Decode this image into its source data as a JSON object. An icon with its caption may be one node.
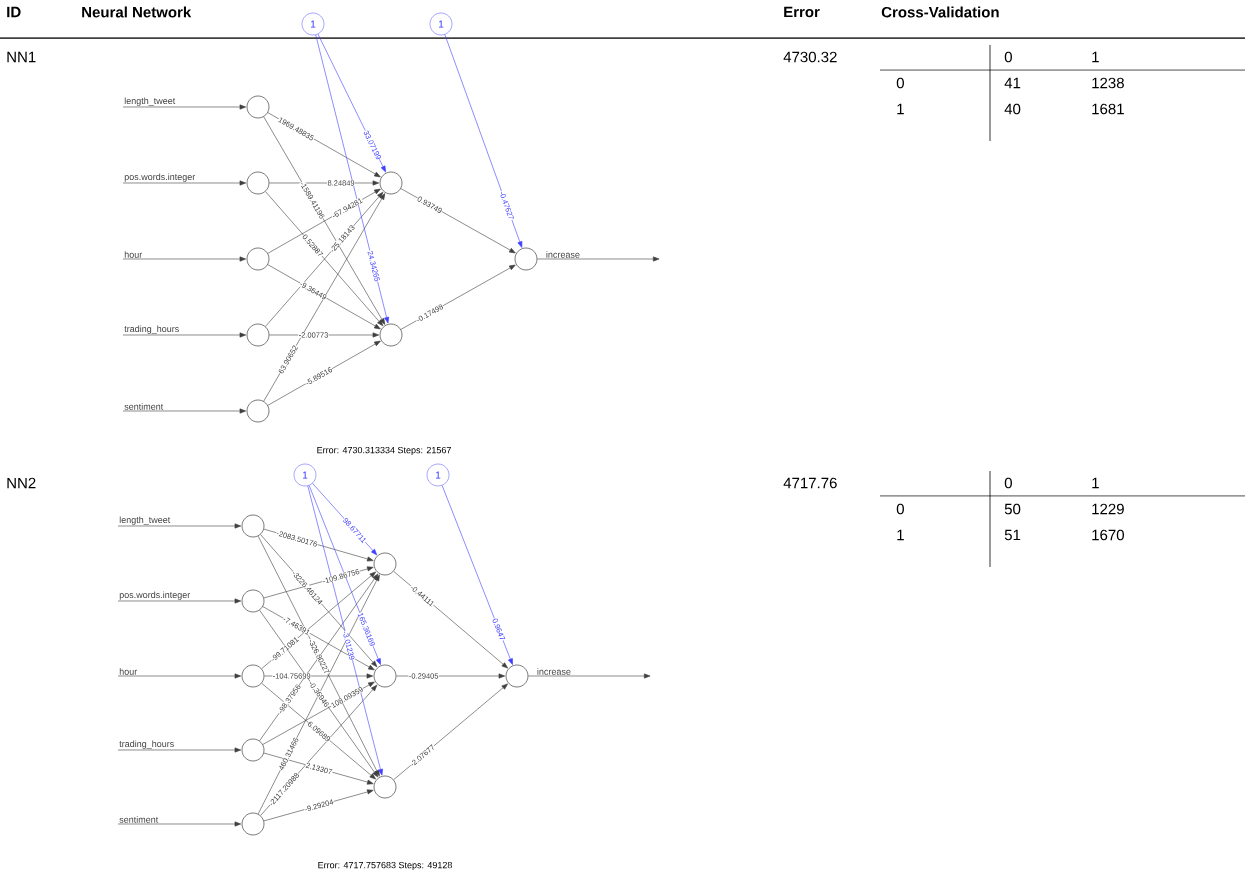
{
  "diagram": {
    "nodes": [
      {
        "text": [],
        "shape": "circle"
      },
      {
        "text": [],
        "shape": "circle"
      },
      {
        "text": [],
        "shape": "circle"
      },
      {
        "text": [],
        "shape": "circle"
      },
      {
        "text": [],
        "shape": "circle"
      },
      {
        "text": [
          "1"
        ]
      },
      {
        "text": [],
        "shape": "circle"
      },
      {
        "text": [],
        "shape": "circle"
      },
      {
        "text": [
          "1"
        ]
      },
      {
        "text": [],
        "shape": "circle"
      },
      {
        "text": [],
        "shape": "circle"
      },
      {
        "text": [],
        "shape": "circle"
      },
      {
        "text": [],
        "shape": "circle"
      },
      {
        "text": [],
        "shape": "circle"
      },
      {
        "text": [],
        "shape": "circle"
      },
      {
        "text": [
          "1"
        ]
      },
      {
        "text": [],
        "shape": "circle"
      },
      {
        "text": [],
        "shape": "circle"
      },
      {
        "text": [],
        "shape": "circle"
      },
      {
        "text": [
          "1"
        ]
      },
      {
        "text": [],
        "shape": "circle"
      }
    ],
    "edges": [
      {
        "from": null,
        "to": 0,
        "arrow": "to",
        "label": "length_tweet"
      },
      {
        "from": null,
        "to": 1,
        "arrow": "to",
        "label": "pos.words.integer"
      },
      {
        "from": null,
        "to": 2,
        "arrow": "to",
        "label": "hour"
      },
      {
        "from": null,
        "to": 3,
        "arrow": "to",
        "label": "trading_hours"
      },
      {
        "from": null,
        "to": 4,
        "arrow": "to",
        "label": "sentiment"
      },
      {
        "from": 0,
        "to": 6,
        "arrow": "to",
        "label": "1969.48835"
      },
      {
        "from": 0,
        "to": 7,
        "arrow": "to",
        "label": "-1589.41196"
      },
      {
        "from": 1,
        "to": 6,
        "arrow": "to",
        "label": "8.24849"
      },
      {
        "from": 1,
        "to": 7,
        "arrow": "to",
        "label": "0.52887"
      },
      {
        "from": 2,
        "to": 6,
        "arrow": "to",
        "label": "-67.94281"
      },
      {
        "from": 2,
        "to": 7,
        "arrow": "to",
        "label": "-9.36449"
      },
      {
        "from": 3,
        "to": 6,
        "arrow": "to",
        "label": "-25.18143"
      },
      {
        "from": 3,
        "to": 7,
        "arrow": "to",
        "label": "-2.00773"
      },
      {
        "from": 4,
        "to": 6,
        "arrow": "to",
        "label": "63.90652"
      },
      {
        "from": 4,
        "to": 7,
        "arrow": "to",
        "label": "-5.89516"
      },
      {
        "from": 5,
        "to": 6,
        "arrow": "to",
        "label": "33.07199",
        "color": "#4040ff"
      },
      {
        "from": 5,
        "to": 7,
        "arrow": "to",
        "label": "24.34265",
        "color": "#4040ff"
      },
      {
        "from": 6,
        "to": 9,
        "arrow": "to",
        "label": "0.93749"
      },
      {
        "from": 7,
        "to": 9,
        "arrow": "to",
        "label": "-0.17498"
      },
      {
        "from": 8,
        "to": 9,
        "arrow": "to",
        "label": "-0.47627",
        "color": "#4040ff"
      },
      {
        "from": 9,
        "to": null,
        "arrow": "to",
        "label": "increase"
      },
      {
        "from": null,
        "to": 10,
        "arrow": "to",
        "label": "length_tweet"
      },
      {
        "from": null,
        "to": 11,
        "arrow": "to",
        "label": "pos.words.integer"
      },
      {
        "from": null,
        "to": 12,
        "arrow": "to",
        "label": "hour"
      },
      {
        "from": null,
        "to": 13,
        "arrow": "to",
        "label": "trading_hours"
      },
      {
        "from": null,
        "to": 14,
        "arrow": "to",
        "label": "sentiment"
      },
      {
        "from": 10,
        "to": 16,
        "arrow": "to",
        "label": "-2083.50176"
      },
      {
        "from": 10,
        "to": 17,
        "arrow": "to",
        "label": "-3226.46124"
      },
      {
        "from": 10,
        "to": 18,
        "arrow": "to",
        "label": "-326.80227"
      },
      {
        "from": 11,
        "to": 16,
        "arrow": "to",
        "label": "-109.86756"
      },
      {
        "from": 11,
        "to": 17,
        "arrow": "to",
        "label": "-7.46391"
      },
      {
        "from": 11,
        "to": 18,
        "arrow": "to",
        "label": "-0.36946"
      },
      {
        "from": 12,
        "to": 16,
        "arrow": "to",
        "label": "-99.71081"
      },
      {
        "from": 12,
        "to": 17,
        "arrow": "to",
        "label": "-104.75699"
      },
      {
        "from": 12,
        "to": 18,
        "arrow": "to",
        "label": "6.09689"
      },
      {
        "from": 13,
        "to": 16,
        "arrow": "to",
        "label": "-98.37956"
      },
      {
        "from": 13,
        "to": 17,
        "arrow": "to",
        "label": "108.09359"
      },
      {
        "from": 13,
        "to": 18,
        "arrow": "to",
        "label": "2.13307"
      },
      {
        "from": 14,
        "to": 16,
        "arrow": "to",
        "label": "460.31466"
      },
      {
        "from": 14,
        "to": 17,
        "arrow": "to",
        "label": "-2117.20988"
      },
      {
        "from": 14,
        "to": 18,
        "arrow": "to",
        "label": "-9.29204"
      },
      {
        "from": 15,
        "to": 16,
        "arrow": "to",
        "label": "98.67711",
        "color": "#4040ff"
      },
      {
        "from": 15,
        "to": 17,
        "arrow": "to",
        "label": "165.36169",
        "color": "#4040ff"
      },
      {
        "from": 15,
        "to": 18,
        "arrow": "to",
        "label": "-3.01239",
        "color": "#4040ff"
      },
      {
        "from": 16,
        "to": 20,
        "arrow": "to",
        "label": "-0.44111"
      },
      {
        "from": 17,
        "to": 20,
        "arrow": "to",
        "label": "-0.29405"
      },
      {
        "from": 18,
        "to": 20,
        "arrow": "to",
        "label": "-2.07677"
      },
      {
        "from": 19,
        "to": 20,
        "arrow": "to",
        "label": "0.9647",
        "color": "#4040ff"
      },
      {
        "from": 20,
        "to": null,
        "arrow": "to",
        "label": "increase"
      }
    ],
    "labels": [
      "ID",
      "Neural Network",
      "Error",
      "Cross-Validation",
      "NN1",
      "4730.32",
      "0",
      "1",
      "0",
      "41",
      "1238",
      "1",
      "40",
      "1681",
      "Error: 4730.313334   Steps: 21567",
      "NN2",
      "4717.76",
      "0",
      "1",
      "0",
      "50",
      "1229",
      "1",
      "51",
      "1670",
      "Error: 4717.757683   Steps: 49128"
    ]
  }
}
